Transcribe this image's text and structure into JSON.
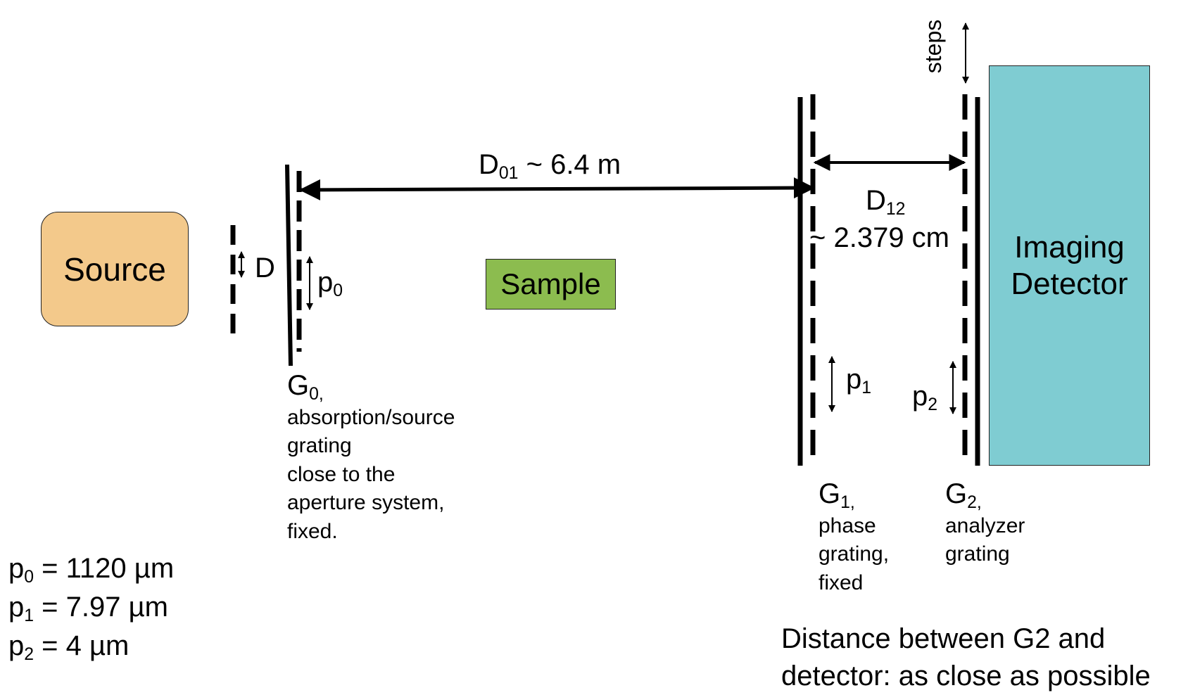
{
  "source_label": "Source",
  "sample_label": "Sample",
  "detector_label": [
    "Imaging",
    "Detector"
  ],
  "aperture_label": "D",
  "d01": {
    "main": "D",
    "sub": "01",
    "rest": " ~ 6.4 m"
  },
  "d12": {
    "main": "D",
    "sub": "12",
    "value": "~ 2.379 cm"
  },
  "steps_label": "steps",
  "pitch_marks": {
    "p0": {
      "main": "p",
      "sub": "0"
    },
    "p1": {
      "main": "p",
      "sub": "1"
    },
    "p2": {
      "main": "p",
      "sub": "2"
    }
  },
  "g0": {
    "main": "G",
    "sub": "0,",
    "lines": [
      "absorption/source",
      "grating",
      "close to the",
      "aperture system,",
      "fixed."
    ]
  },
  "g1": {
    "main": "G",
    "sub": "1,",
    "lines": [
      "phase",
      "grating,",
      "fixed"
    ]
  },
  "g2": {
    "main": "G",
    "sub": "2,",
    "lines": [
      "analyzer",
      "grating"
    ]
  },
  "pitches": [
    {
      "main": "p",
      "sub": "0",
      "rest": "= 1120 µm"
    },
    {
      "main": "p",
      "sub": "1",
      "rest": "= 7.97 µm"
    },
    {
      "main": "p",
      "sub": "2",
      "rest": "= 4 µm"
    }
  ],
  "distance_note": [
    "Distance between G2 and",
    "detector: as close as possible"
  ]
}
